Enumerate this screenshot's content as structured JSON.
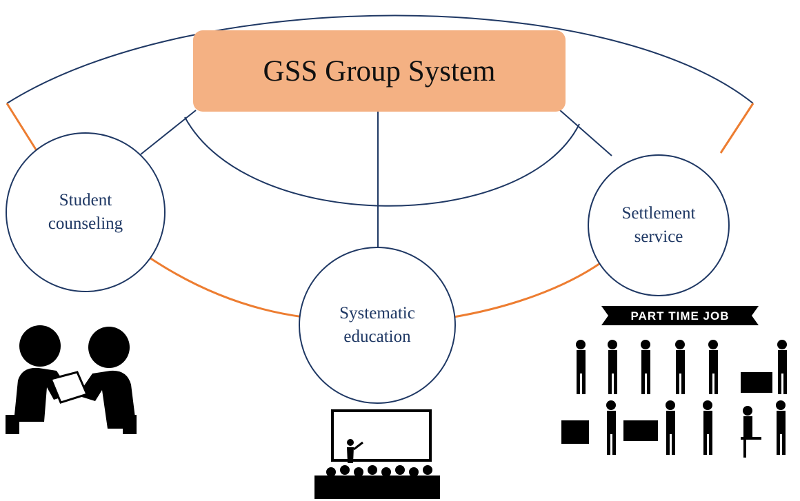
{
  "diagram": {
    "title": "GSS Group System",
    "nodes": {
      "student_counseling": "Student\ncounseling",
      "systematic_education": "Systematic\neducation",
      "settlement_service": "Settlement\nservice"
    },
    "part_time_banner": "PART TIME JOB"
  },
  "colors": {
    "title_fill": "#f4b183",
    "node_stroke": "#1f3864",
    "orange_link": "#ed7d31",
    "icon_fill": "#000000"
  },
  "icons": [
    "meeting-icon",
    "lecture-icon",
    "workers-icon"
  ]
}
